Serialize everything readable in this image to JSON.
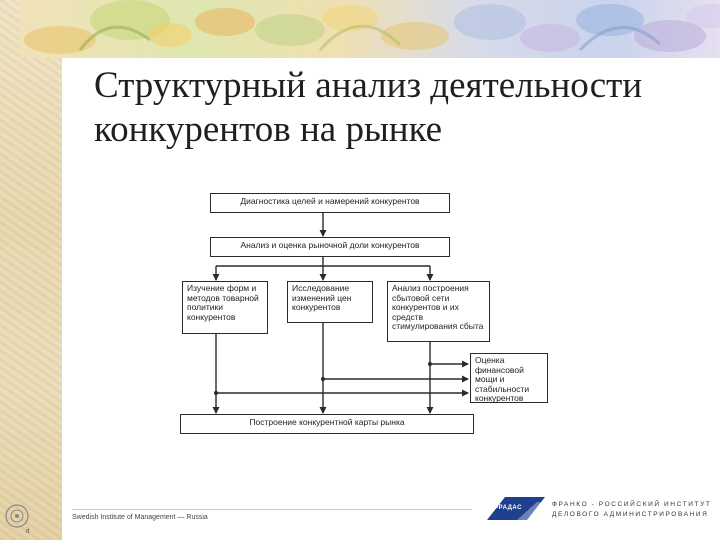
{
  "slide": {
    "title_lines": [
      "Структурный анализ деятельности",
      "конкурентов на рынке"
    ]
  },
  "diagram": {
    "box_top": "Диагностика целей и намерений конкурентов",
    "box_market": "Анализ и оценка рыночной доли конкурентов",
    "box_forms": "Изучение форм и методов товарной политики конкурентов",
    "box_prices": "Исследование изменений цен конкурентов",
    "box_sales": "Анализ построения сбытовой сети конкурентов и их средств стимулирования сбыта",
    "box_finance": "Оценка финансовой мощи и стабильности конкурентов",
    "box_map": "Построение конкурентной карты рынка"
  },
  "footer": {
    "left_text": "Swedish Institute of Management — Russia",
    "logo_text": "ФРАДАС",
    "institute_line1": "ФРАНКО - РОССИЙСКИЙ ИНСТИТУТ",
    "institute_line2": "ДЕЛОВОГО АДМИНИСТРИРОВАНИЯ",
    "page_mark": "it"
  },
  "colors": {
    "parchment": "#e9dab4",
    "line": "#2b2b2b",
    "logo_blue": "#1f3f8f"
  }
}
